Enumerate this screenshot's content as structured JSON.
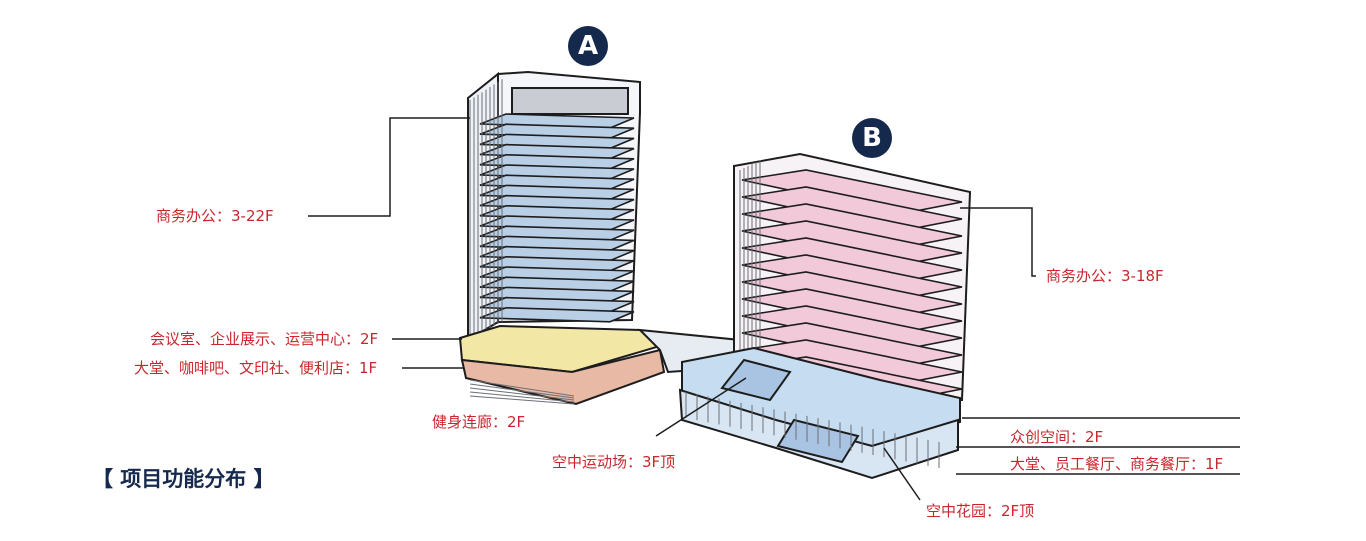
{
  "section_title": "【 项目功能分布 】",
  "buildings": [
    {
      "id": "A",
      "label": "A"
    },
    {
      "id": "B",
      "label": "B"
    }
  ],
  "callouts": {
    "a_office": "商务办公：3-22F",
    "a_2f": "会议室、企业展示、运营中心：2F",
    "a_1f": "大堂、咖啡吧、文印社、便利店：1F",
    "fitness_corridor": "健身连廊：2F",
    "sky_sports": "空中运动场：3F顶",
    "b_office": "商务办公：3-18F",
    "b_2f": "众创空间：2F",
    "b_1f": "大堂、员工餐厅、商务餐厅：1F",
    "sky_garden": "空中花园：2F顶"
  },
  "colors": {
    "label": "#c8282d",
    "badge": "#15294d",
    "tower_a_floor": "#b9cfe6",
    "tower_b_floor": "#f1c9d8",
    "podium_a_2f": "#f3e7a6",
    "podium_a_1f": "#e8b9a4",
    "podium_b": "#c6dcf0",
    "outline": "#1d1d1d"
  },
  "icons": {
    "badge_shape": "filled-circle"
  }
}
